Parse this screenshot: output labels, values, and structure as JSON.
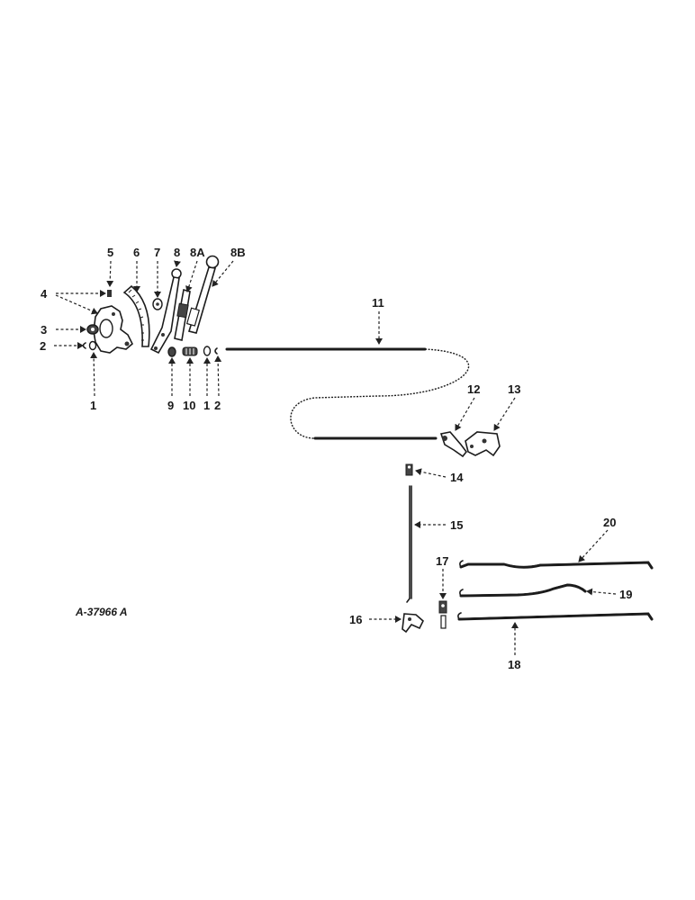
{
  "diagram": {
    "reference_code": "A-37966 A",
    "labels": {
      "p1a": "1",
      "p2a": "2",
      "p3": "3",
      "p4": "4",
      "p5": "5",
      "p6": "6",
      "p7": "7",
      "p8": "8",
      "p8a": "8A",
      "p8b": "8B",
      "p9": "9",
      "p10": "10",
      "p1b": "1",
      "p2b": "2",
      "p11": "11",
      "p12": "12",
      "p13": "13",
      "p14": "14",
      "p15": "15",
      "p16": "16",
      "p17": "17",
      "p18": "18",
      "p19": "19",
      "p20": "20"
    }
  }
}
